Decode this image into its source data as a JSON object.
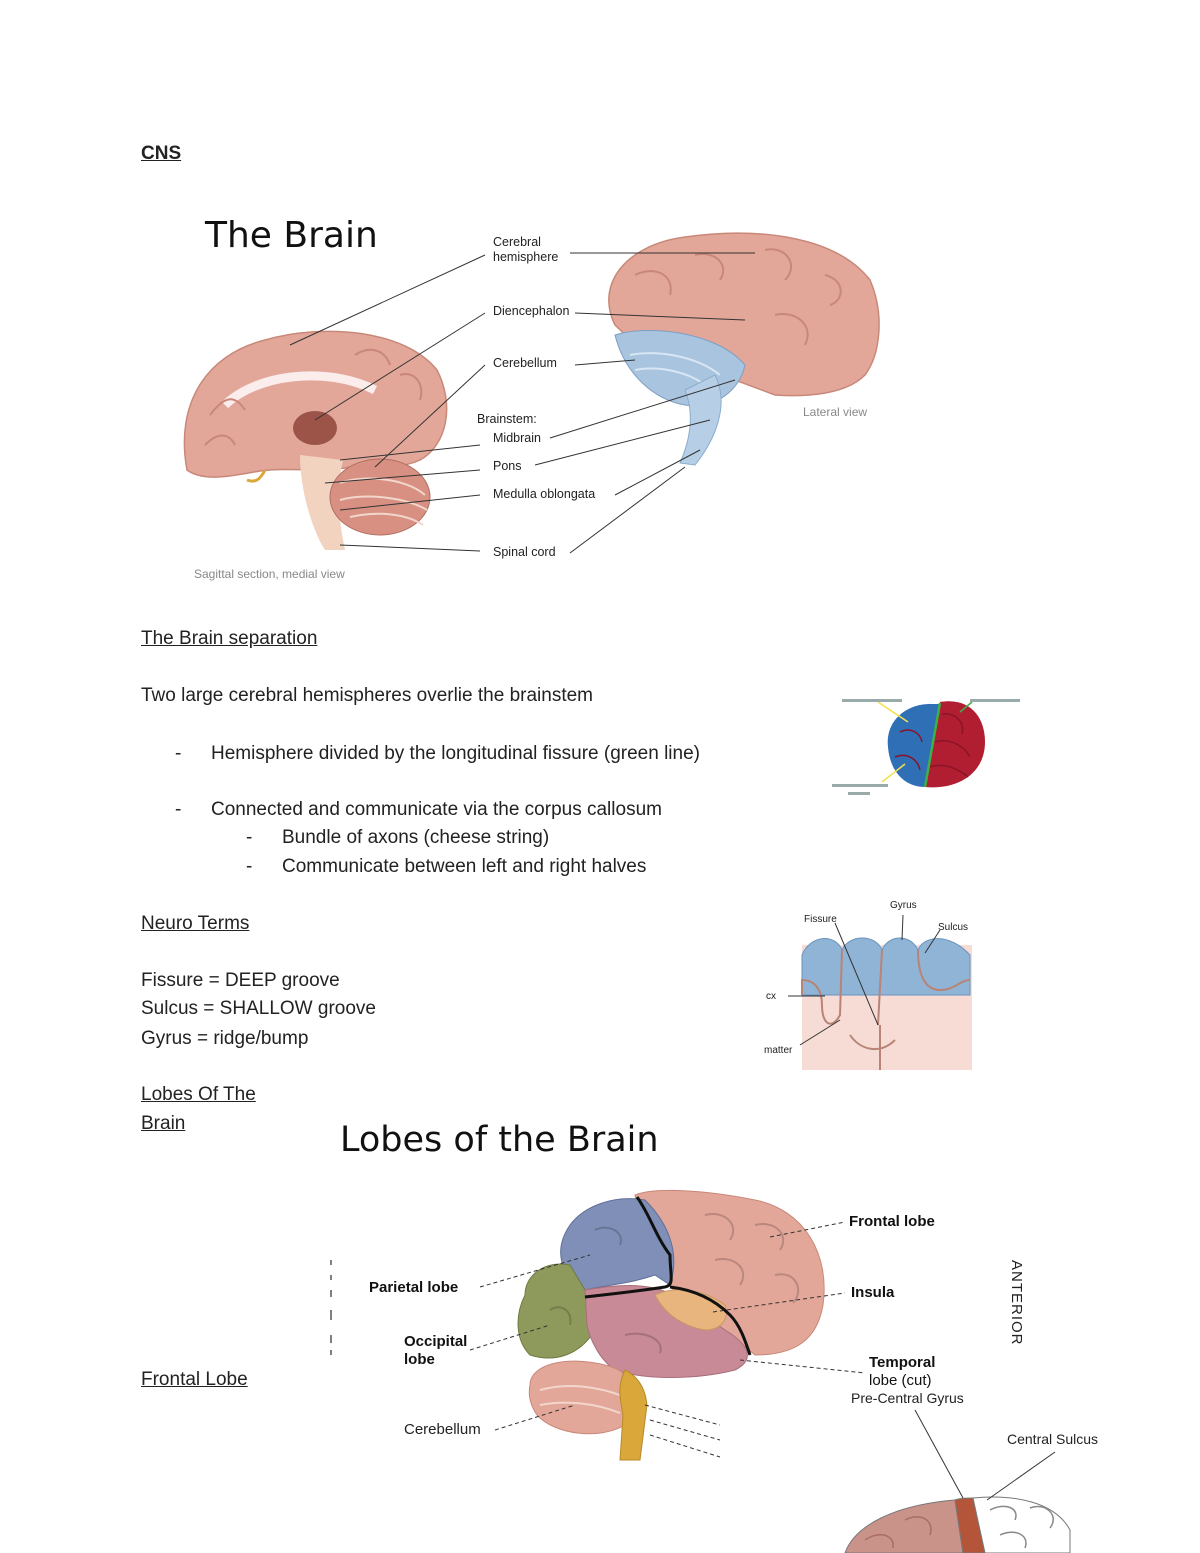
{
  "headings": {
    "cns": "CNS",
    "brain_separation": "The Brain separation",
    "neuro_terms": "Neuro Terms",
    "lobes_line1": "Lobes Of The",
    "lobes_line2": "Brain",
    "frontal_lobe": "Frontal Lobe"
  },
  "brain_figure": {
    "title": "The Brain",
    "labels": {
      "cerebral_1": "Cerebral",
      "cerebral_2": "hemisphere",
      "diencephalon": "Diencephalon",
      "cerebellum": "Cerebellum",
      "brainstem": "Brainstem:",
      "midbrain": "Midbrain",
      "pons": "Pons",
      "medulla": "Medulla oblongata",
      "spinal": "Spinal cord"
    },
    "caption_lateral": "Lateral view",
    "caption_sagittal": "Sagittal section, medial view"
  },
  "separation": {
    "intro": "Two large cerebral hemispheres overlie the brainstem",
    "bullet1": "Hemisphere divided by the longitudinal fissure (green line)",
    "bullet2": "Connected and communicate via the corpus callosum",
    "sub1": "Bundle of axons (cheese string)",
    "sub2": "Communicate between left and right halves",
    "dash": "-"
  },
  "neuro_terms": {
    "fissure": "Fissure = DEEP groove",
    "sulcus": "Sulcus = SHALLOW groove",
    "gyrus": "Gyrus = ridge/bump"
  },
  "gyrus_figure": {
    "gyrus": "Gyrus",
    "fissure": "Fissure",
    "sulcus": "Sulcus",
    "cx": "cx",
    "matter": "matter"
  },
  "lobes_figure": {
    "title": "Lobes of the Brain",
    "frontal": "Frontal lobe",
    "insula": "Insula",
    "parietal": "Parietal lobe",
    "occipital_1": "Occipital",
    "occipital_2": "lobe",
    "temporal_1": "Temporal",
    "temporal_2": "lobe (cut)",
    "cerebellum": "Cerebellum",
    "anterior": "ANTERIOR"
  },
  "precentral_figure": {
    "precentral": "Pre-Central Gyrus",
    "central_sulcus": "Central Sulcus"
  },
  "colors": {
    "brain_pink": "#e3a79a",
    "brainstem_blue": "#a9c4df",
    "right_hemisphere_blue": "#2f6fb5",
    "left_hemisphere_red": "#b11e32",
    "fissure_green": "#3db04a",
    "parietal_blue": "#7f8fb8",
    "occipital_green": "#8e9a5c",
    "temporal_pink": "#c98a97",
    "insula_orange": "#e8b57e"
  }
}
